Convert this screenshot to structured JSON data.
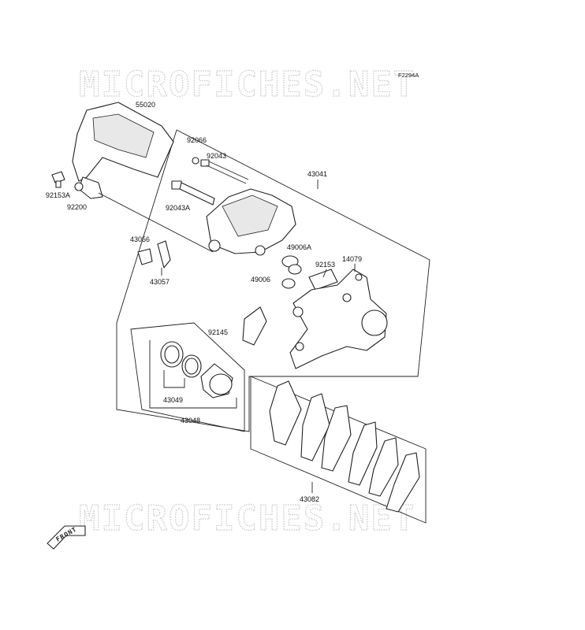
{
  "figure_code": "F2294A",
  "watermark": "MICROFICHES.NET",
  "direction_label": "FRONT",
  "parts": [
    {
      "id": "55020"
    },
    {
      "id": "92153A"
    },
    {
      "id": "92200"
    },
    {
      "id": "92066"
    },
    {
      "id": "92043"
    },
    {
      "id": "92043A"
    },
    {
      "id": "43041"
    },
    {
      "id": "43056"
    },
    {
      "id": "43057"
    },
    {
      "id": "49006A"
    },
    {
      "id": "92153"
    },
    {
      "id": "14079"
    },
    {
      "id": "49006"
    },
    {
      "id": "92145"
    },
    {
      "id": "43049"
    },
    {
      "id": "43048"
    },
    {
      "id": "43082"
    }
  ]
}
